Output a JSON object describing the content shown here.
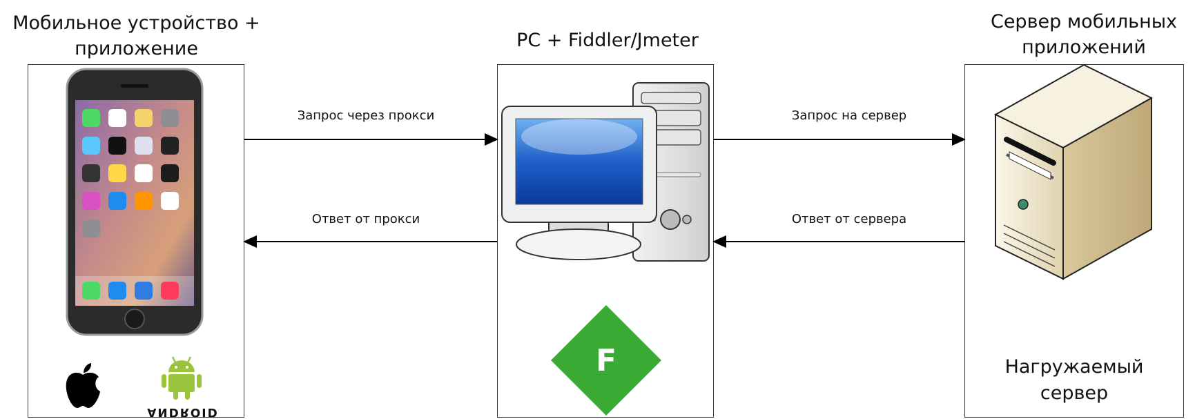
{
  "columns": {
    "mobile": {
      "title": "Мобильное устройство +\nприложение",
      "android_wordmark": "ANDROID"
    },
    "pc": {
      "title": "PC + Fiddler/Jmeter",
      "fiddler_letter": "F"
    },
    "server": {
      "title": "Сервер мобильных\nприложений",
      "caption": "Нагружаемый\nсервер"
    }
  },
  "arrows": {
    "request_proxy": "Запрос через прокси",
    "response_proxy": "Ответ от прокси",
    "request_server": "Запрос на сервер",
    "response_server": "Ответ от сервера"
  },
  "colors": {
    "fiddler_green": "#3aaa35",
    "android_green": "#9ac43c",
    "monitor_blue": "#1f5fc8",
    "server_beige": "#e8dcc0"
  },
  "icons": [
    "smartphone-icon",
    "apple-logo-icon",
    "android-logo-icon",
    "pc-icon",
    "fiddler-logo-icon",
    "server-icon"
  ]
}
